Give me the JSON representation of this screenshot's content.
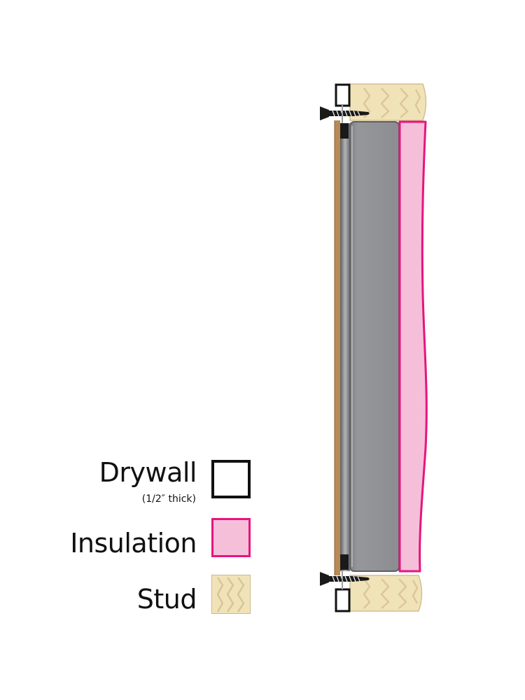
{
  "legend": {
    "drywall": {
      "label": "Drywall",
      "note": "(1/2″ thick)",
      "color": "#ffffff",
      "border_color": "#111111"
    },
    "insulation": {
      "label": "Insulation",
      "color": "#f6bfd9",
      "border_color": "#e6147f"
    },
    "stud": {
      "label": "Stud",
      "color": "#f1e3b8",
      "grain_color": "#d9c49a"
    }
  },
  "colors": {
    "insulation_fill": "#f6bfd9",
    "insulation_border": "#e6147f",
    "stud_fill": "#f1e3b8",
    "stud_grain": "#d9c49a",
    "panel_gray": "#8e8f93",
    "wall_brown": "#b98a55",
    "screw": "#1a1a1a"
  },
  "icons": {
    "screw": "screw-icon"
  }
}
